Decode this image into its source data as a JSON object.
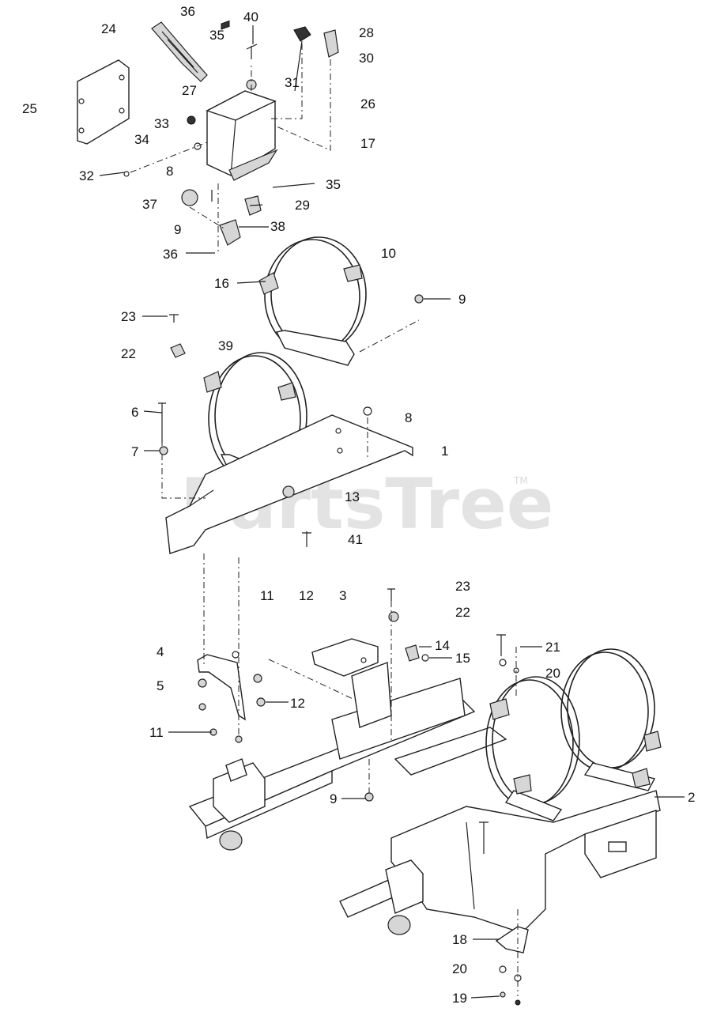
{
  "watermark": {
    "text": "PartsTree",
    "tm": "TM"
  },
  "callouts": [
    {
      "id": "c1",
      "text": "36"
    },
    {
      "id": "c2",
      "text": "24"
    },
    {
      "id": "c3",
      "text": "35"
    },
    {
      "id": "c4",
      "text": "40"
    },
    {
      "id": "c5",
      "text": "28"
    },
    {
      "id": "c6",
      "text": "30"
    },
    {
      "id": "c7",
      "text": "25"
    },
    {
      "id": "c8",
      "text": "27"
    },
    {
      "id": "c9",
      "text": "31"
    },
    {
      "id": "c10",
      "text": "26"
    },
    {
      "id": "c11",
      "text": "33"
    },
    {
      "id": "c12",
      "text": "34"
    },
    {
      "id": "c13",
      "text": "17"
    },
    {
      "id": "c14",
      "text": "32"
    },
    {
      "id": "c15",
      "text": "8"
    },
    {
      "id": "c16",
      "text": "35"
    },
    {
      "id": "c17",
      "text": "37"
    },
    {
      "id": "c18",
      "text": "29"
    },
    {
      "id": "c19",
      "text": "9"
    },
    {
      "id": "c20",
      "text": "38"
    },
    {
      "id": "c21",
      "text": "36"
    },
    {
      "id": "c22",
      "text": "10"
    },
    {
      "id": "c23",
      "text": "16"
    },
    {
      "id": "c24",
      "text": "9"
    },
    {
      "id": "c25",
      "text": "23"
    },
    {
      "id": "c26",
      "text": "22"
    },
    {
      "id": "c27",
      "text": "39"
    },
    {
      "id": "c28",
      "text": "6"
    },
    {
      "id": "c29",
      "text": "8"
    },
    {
      "id": "c30",
      "text": "7"
    },
    {
      "id": "c31",
      "text": "1"
    },
    {
      "id": "c32",
      "text": "13"
    },
    {
      "id": "c33",
      "text": "41"
    },
    {
      "id": "c34",
      "text": "11"
    },
    {
      "id": "c35",
      "text": "12"
    },
    {
      "id": "c36",
      "text": "3"
    },
    {
      "id": "c37",
      "text": "23"
    },
    {
      "id": "c38",
      "text": "22"
    },
    {
      "id": "c39",
      "text": "4"
    },
    {
      "id": "c40",
      "text": "14"
    },
    {
      "id": "c41",
      "text": "15"
    },
    {
      "id": "c42",
      "text": "21"
    },
    {
      "id": "c43",
      "text": "5"
    },
    {
      "id": "c44",
      "text": "20"
    },
    {
      "id": "c45",
      "text": "12"
    },
    {
      "id": "c46",
      "text": "11"
    },
    {
      "id": "c47",
      "text": "9"
    },
    {
      "id": "c48",
      "text": "2"
    },
    {
      "id": "c49",
      "text": "18"
    },
    {
      "id": "c50",
      "text": "20"
    },
    {
      "id": "c51",
      "text": "19"
    }
  ]
}
